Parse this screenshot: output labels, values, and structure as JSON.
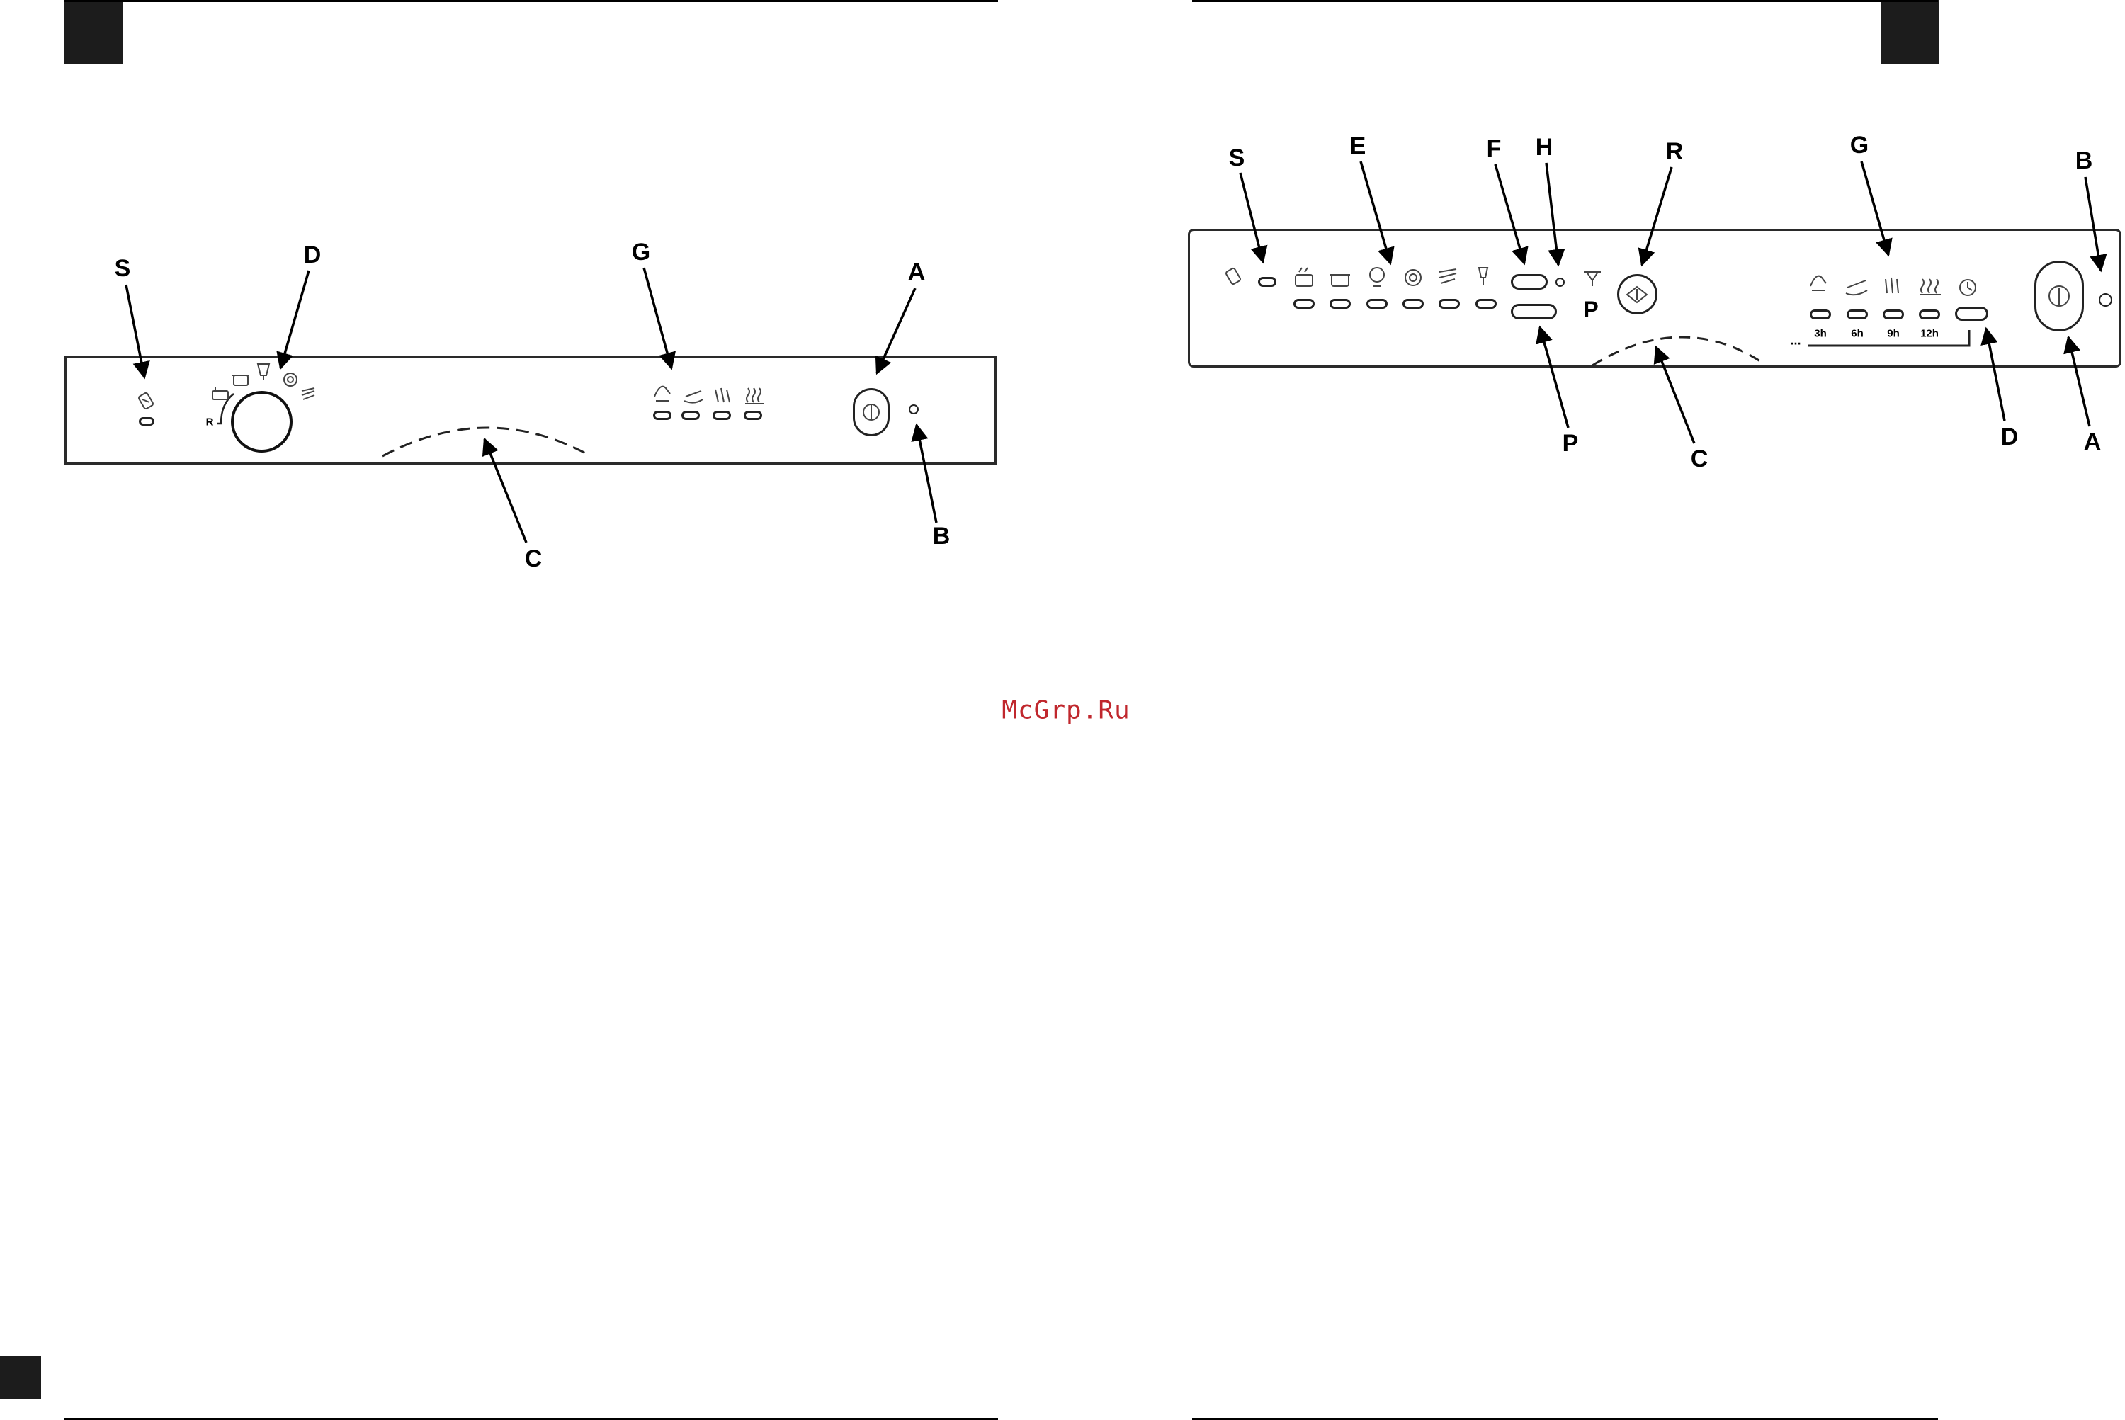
{
  "watermark": "McGrp.Ru",
  "left_panel": {
    "labels": {
      "s": "S",
      "d": "D",
      "g": "G",
      "a": "A",
      "b": "B",
      "c": "C"
    },
    "dial_mark": "R",
    "icons": [
      "salt-icon",
      "pan-icon",
      "pot-icon",
      "glass-icon",
      "eco-icon",
      "quick-icon",
      "delay-icon",
      "half-load-icon",
      "rinse-icon",
      "dry-icon",
      "power-icon"
    ]
  },
  "right_panel": {
    "labels": {
      "s": "S",
      "e": "E",
      "f": "F",
      "h": "H",
      "r": "R",
      "g": "G",
      "b": "B",
      "p": "P",
      "c": "C",
      "d": "D",
      "a": "A"
    },
    "program_mark": "P",
    "delay_hours": [
      "3h",
      "6h",
      "9h",
      "12h"
    ],
    "delay_dots": "...",
    "icons": [
      "salt-icon",
      "intensive-icon",
      "normal-icon",
      "glass-icon",
      "eco-icon",
      "quick-icon",
      "crystal-icon",
      "cup-icon",
      "start-icon",
      "delay-icon",
      "half-load-icon",
      "rinse-icon",
      "dry-icon",
      "timer-icon",
      "power-icon"
    ]
  },
  "colors": {
    "ink": "#000000",
    "watermark": "#c0272d",
    "block": "#1c1c1c"
  }
}
